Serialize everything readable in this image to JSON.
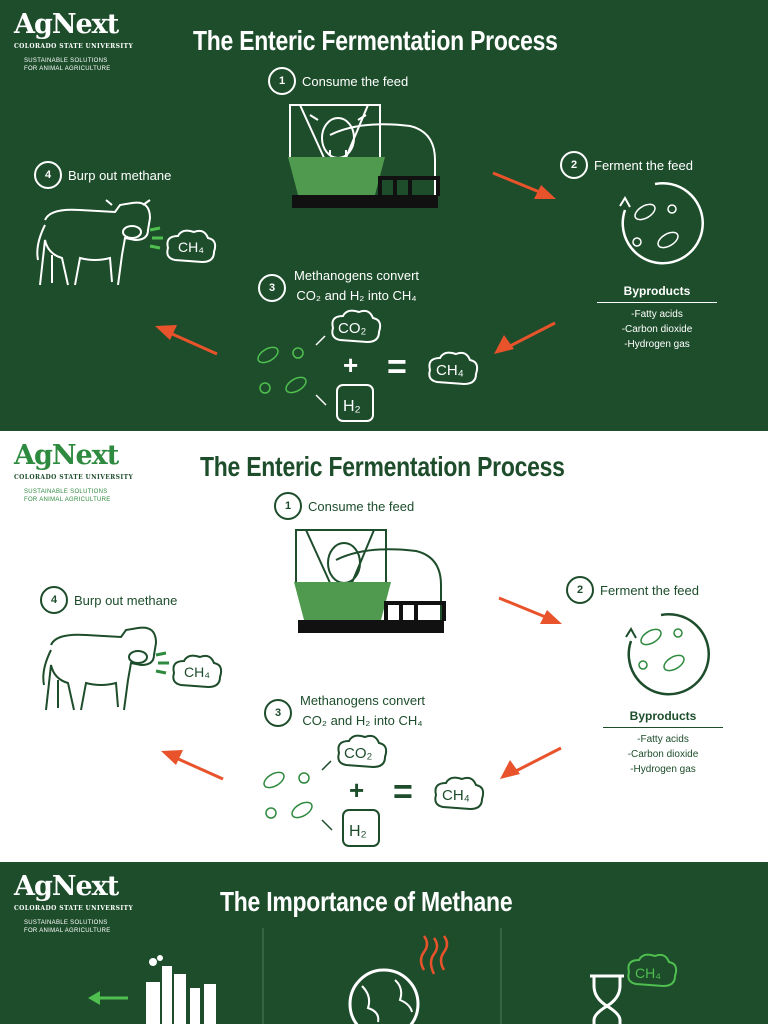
{
  "logo": {
    "wordmark": "AgNext",
    "university": "COLORADO STATE UNIVERSITY",
    "tagline_line1": "SUSTAINABLE SOLUTIONS",
    "tagline_line2": "FOR ANIMAL AGRICULTURE"
  },
  "process": {
    "title": "The Enteric Fermentation Process",
    "steps": [
      {
        "number": "1",
        "label": "Consume the feed"
      },
      {
        "number": "2",
        "label": "Ferment the feed"
      },
      {
        "number": "3",
        "label_line1": "Methanogens convert",
        "label_line2": "CO₂ and H₂ into CH₄"
      },
      {
        "number": "4",
        "label": "Burp out methane"
      }
    ],
    "byproducts": {
      "title": "Byproducts",
      "items": [
        "-Fatty acids",
        "-Carbon dioxide",
        "-Hydrogen gas"
      ]
    },
    "equation": {
      "co2": "CO₂",
      "h2": "H₂",
      "ch4": "CH₄",
      "plus": "+",
      "equals": "="
    }
  },
  "importance": {
    "title": "The Importance of Methane",
    "ch4": "CH₄"
  },
  "colors": {
    "dark_green": "#1d4d2b",
    "mid_green": "#2e8a3e",
    "feed_green": "#4f9a4f",
    "arrow_orange": "#e8532b",
    "white": "#ffffff"
  }
}
